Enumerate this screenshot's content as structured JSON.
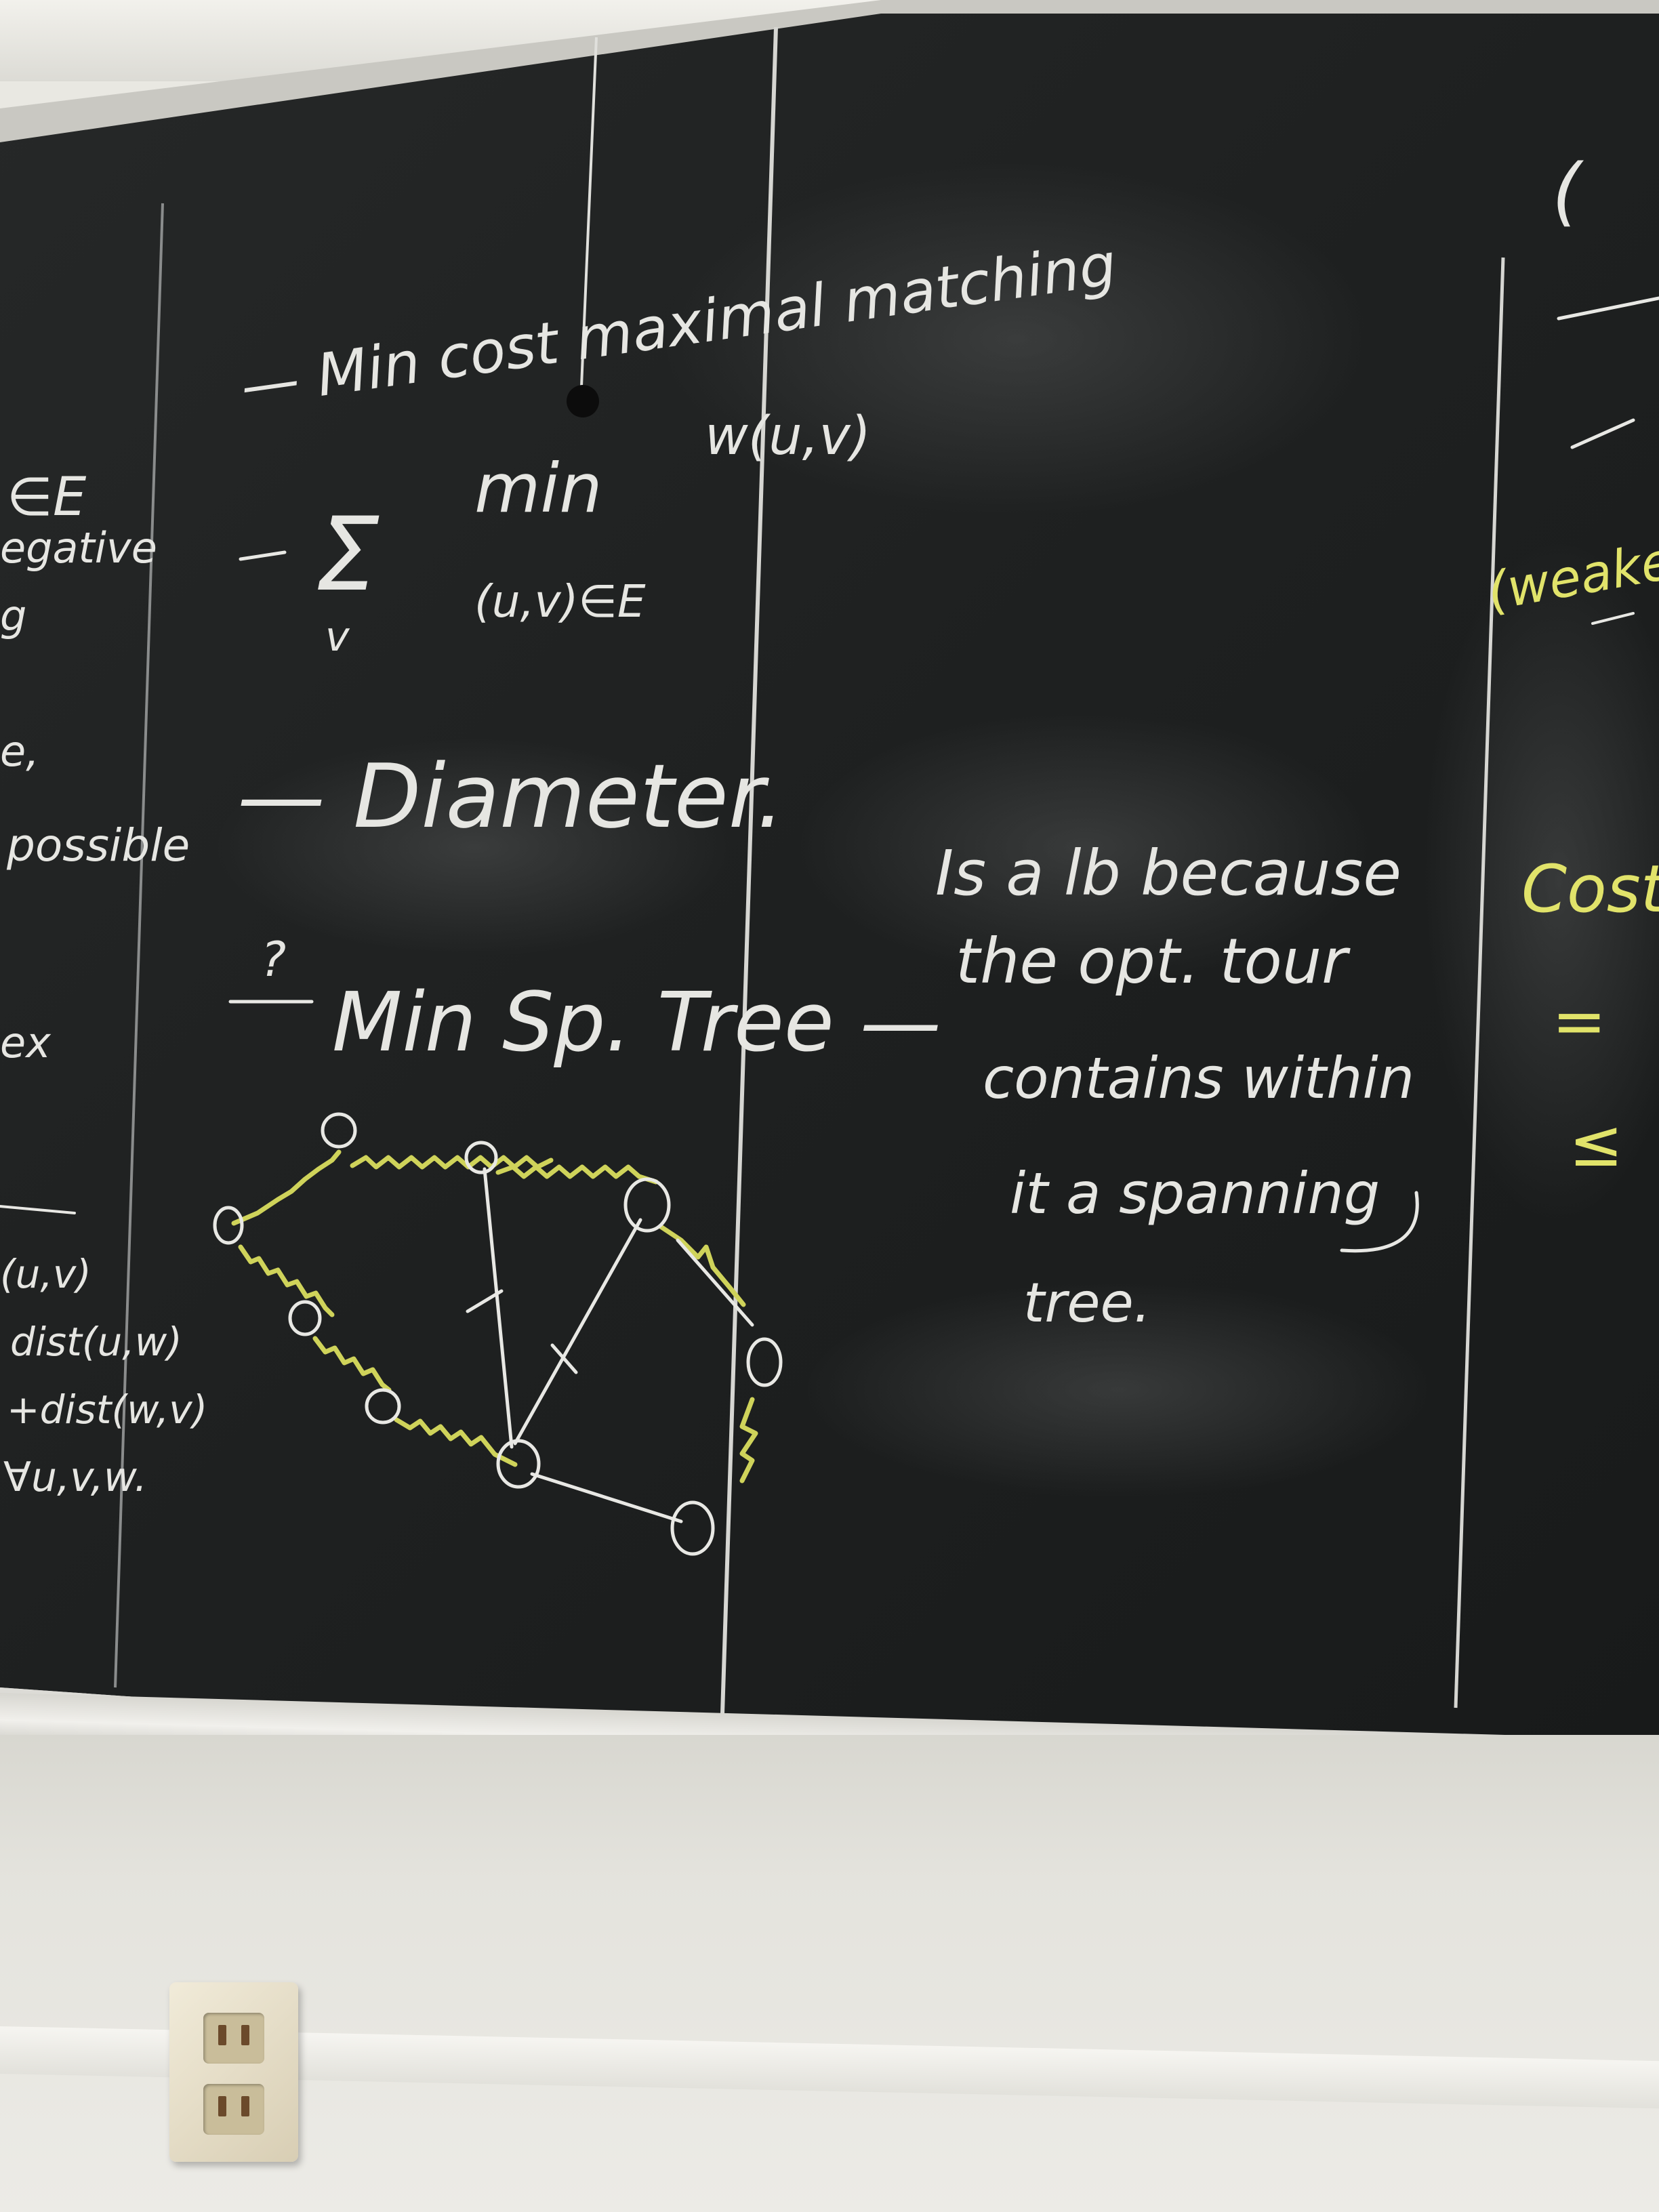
{
  "board": {
    "left_edge": {
      "line1": "∈E",
      "line2": "egative",
      "line3": "g",
      "line4": "e,",
      "line5": "possible",
      "line6": "ex",
      "line7": "(u,v)",
      "line8": "dist(u,w)",
      "line9": "+dist(w,v)",
      "line10": "∀u,v,w."
    },
    "middle": {
      "item1": "— Min cost maximal matching",
      "wuv": "w(u,v)",
      "sum_min": "min",
      "sum_sub": "(u,v)∈E",
      "sum_var": "v",
      "item3": "— Diameter.",
      "q_mark": "?",
      "item4": "Min Sp. Tree —",
      "note1": "Is a lb because",
      "note2": "the opt. tour",
      "note3": "contains within",
      "note4": "it a spanning",
      "note5": "tree."
    },
    "right_edge": {
      "weak": "(weake",
      "cost": "Cost",
      "eq": "=",
      "le": "≤"
    }
  },
  "colors": {
    "board": "#1f2121",
    "chalk_white": "#e6e6e2",
    "chalk_yellow": "#e1e36a",
    "wall": "#e9e8e2"
  }
}
